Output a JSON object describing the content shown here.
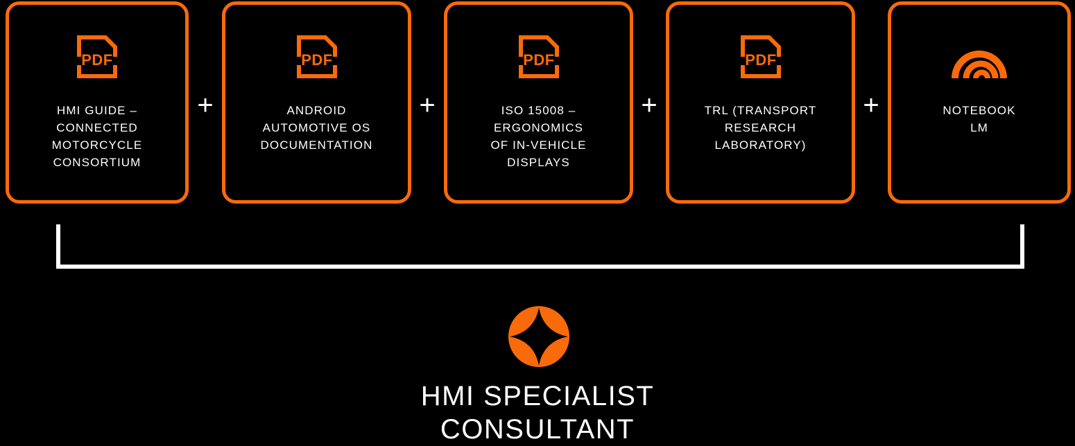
{
  "theme": {
    "background": "#000000",
    "accent": "#f96a0b",
    "text": "#ffffff"
  },
  "sources": [
    {
      "icon": "pdf-icon",
      "label": "HMI Guide –\nConnected\nMotorcycle\nConsortium"
    },
    {
      "icon": "pdf-icon",
      "label": "Android\nAutomotive OS\nDocumentation"
    },
    {
      "icon": "pdf-icon",
      "label": "ISO 15008 –\nErgonomics\nof In-Vehicle\nDisplays"
    },
    {
      "icon": "pdf-icon",
      "label": "TRL (Transport\nResearch\nLaboratory)"
    },
    {
      "icon": "notebooklm-icon",
      "label": "Notebook\nLM"
    }
  ],
  "operators": [
    "+",
    "+",
    "+",
    "+"
  ],
  "result": {
    "icon": "four-point-star-icon",
    "title": "HMI Specialist\nConsultant"
  }
}
